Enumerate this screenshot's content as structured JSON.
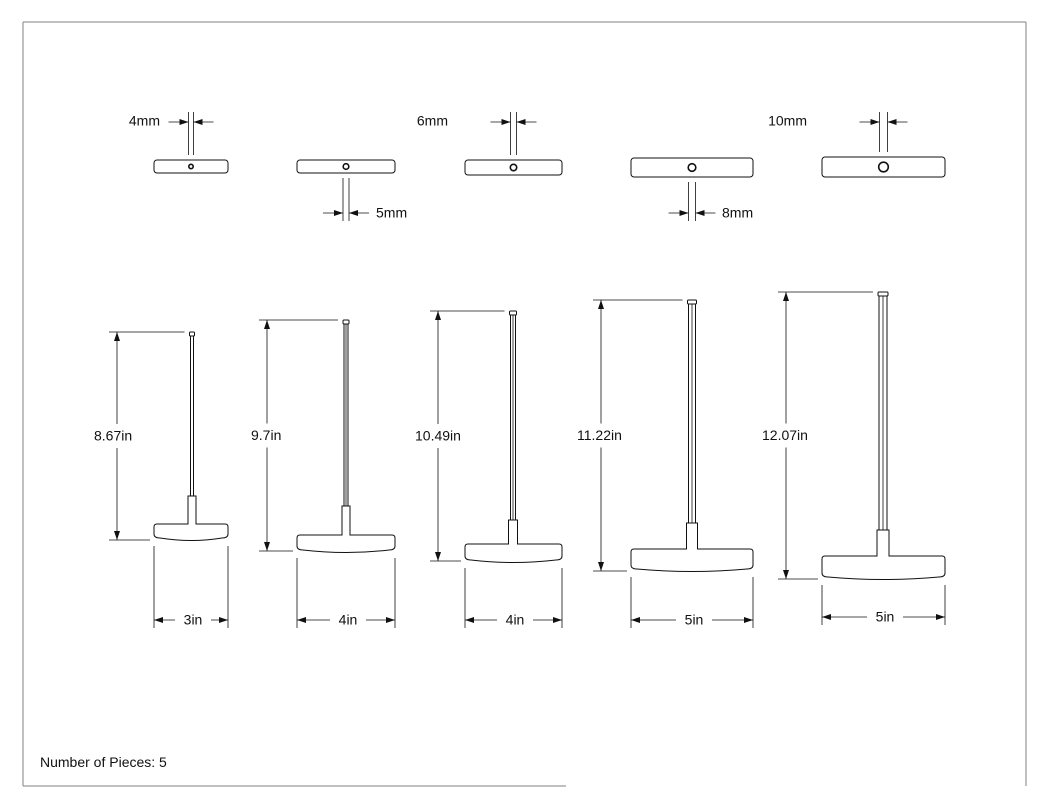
{
  "drawing": {
    "footer_label": "Number of Pieces: 5",
    "keys": [
      {
        "tip_label": "4mm",
        "length_label": "8.67in",
        "width_label": "3in"
      },
      {
        "tip_label": "5mm",
        "length_label": "9.7in",
        "width_label": "4in"
      },
      {
        "tip_label": "6mm",
        "length_label": "10.49in",
        "width_label": "4in"
      },
      {
        "tip_label": "8mm",
        "length_label": "11.22in",
        "width_label": "5in"
      },
      {
        "tip_label": "10mm",
        "length_label": "12.07in",
        "width_label": "5in"
      }
    ]
  }
}
